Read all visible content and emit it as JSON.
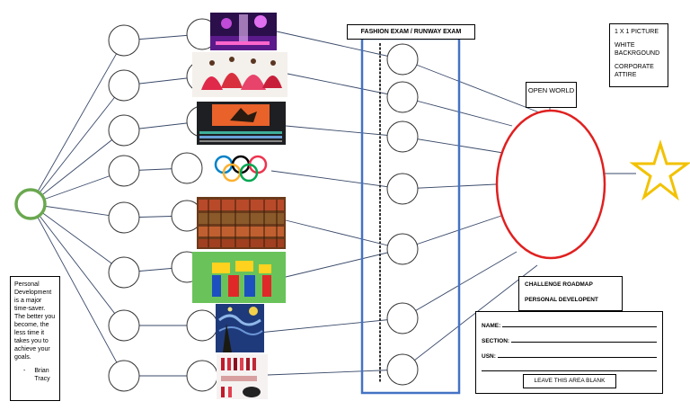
{
  "title": "FASHION EXAM / RUNWAY EXAM",
  "open_world": "OPEN WORLD",
  "picture_note": [
    "1 X 1 PICTURE",
    "WHITE BACKRGOUND",
    "CORPORATE ATTIRE"
  ],
  "roadmap": {
    "title": "CHALLENGE ROADMAP",
    "subtitle": "PERSONAL DEVELOPENT",
    "name_label": "NAME:",
    "section_label": "SECTION:",
    "usn_label": "USN:",
    "blank_label": "LEAVE THIS AREA BLANK"
  },
  "quote": {
    "text": "Personal Development is a major time-saver. The better you become, the less time it takes you to achieve your goals.",
    "dash": "-",
    "author": "Brian Tracy"
  },
  "images": [
    "concert-stage",
    "dancers",
    "video-editor",
    "olympic-rings",
    "bookshelf",
    "flag-bearers",
    "starry-night",
    "makeup-kit"
  ],
  "colors": {
    "hub": "#6aa84f",
    "oval": "#e02020",
    "star": "#f2c200",
    "column": "#4472c4"
  }
}
